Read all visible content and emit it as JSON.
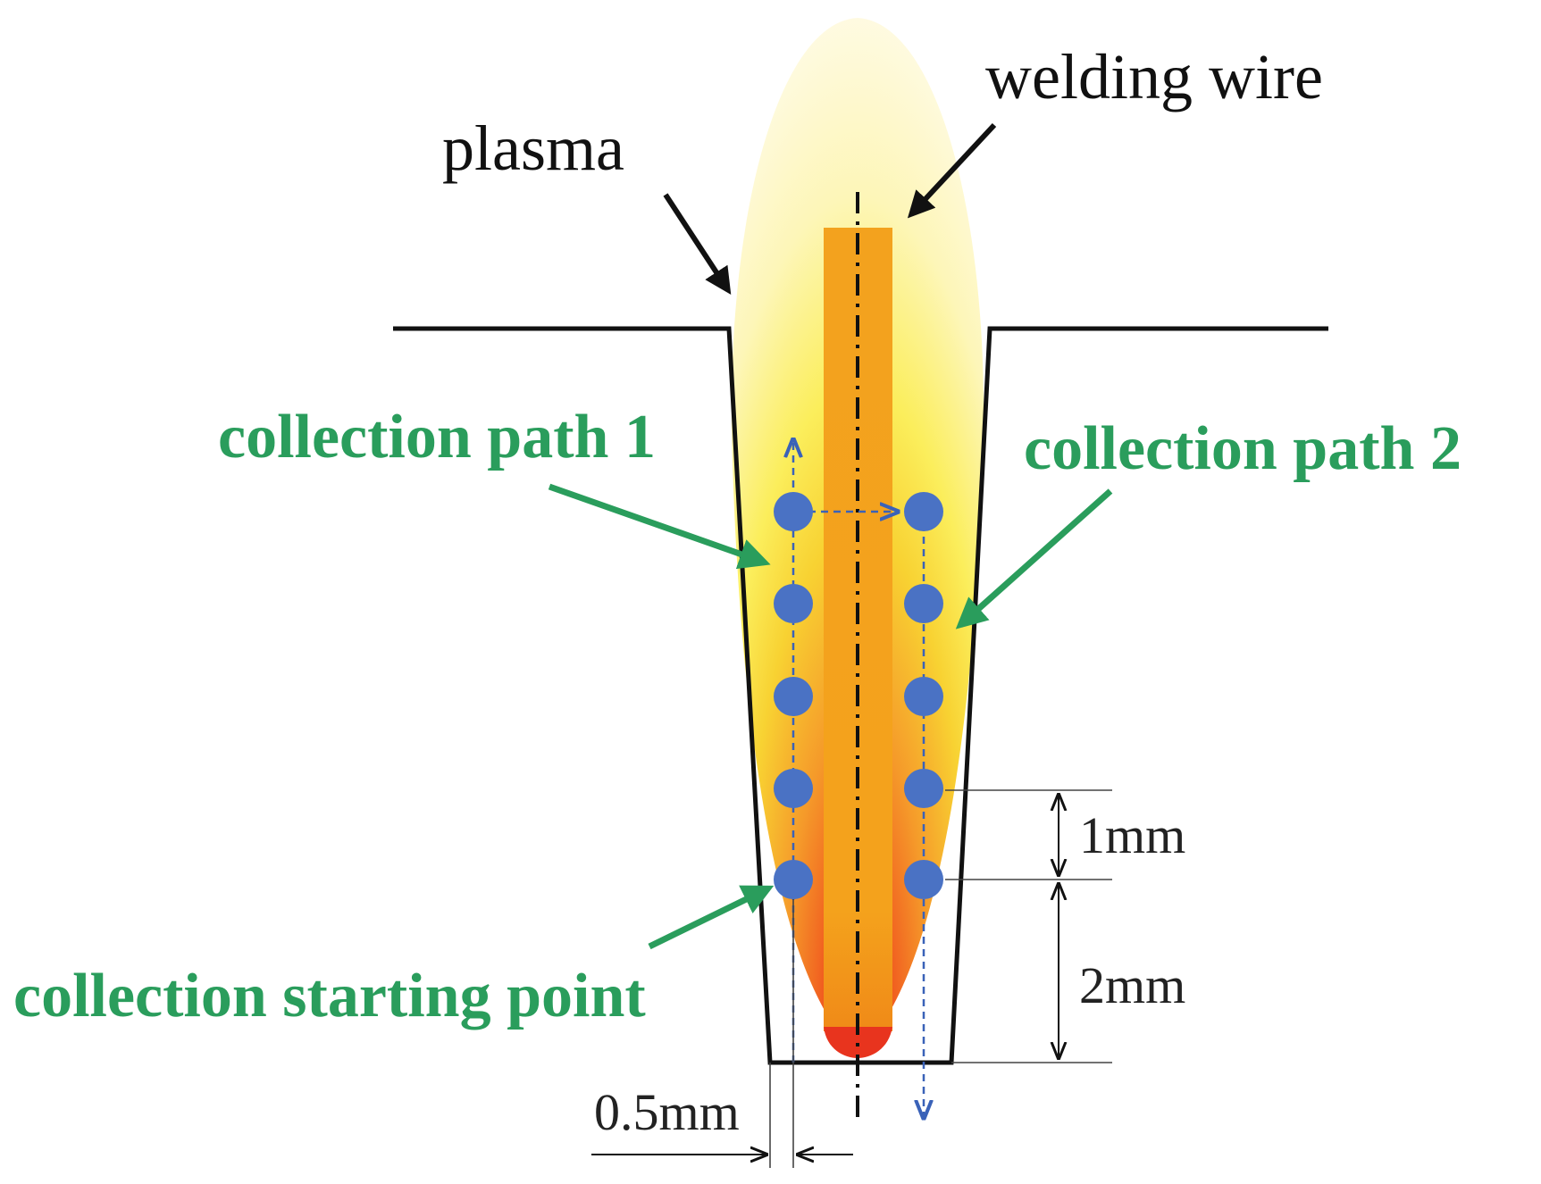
{
  "labels": {
    "plasma": "plasma",
    "welding_wire": "welding wire",
    "collection_path_1": "collection path 1",
    "collection_path_2": "collection path 2",
    "collection_starting_point": "collection starting point",
    "dim_1mm": "1mm",
    "dim_2mm": "2mm",
    "dim_05mm": "0.5mm"
  },
  "colors": {
    "annotation_green": "#2a9d5c",
    "point_blue": "#4a72c4",
    "path_blue": "#3a62b8",
    "wire_orange": "#f4a41c",
    "groove_black": "#111111"
  },
  "points_per_path": 5
}
